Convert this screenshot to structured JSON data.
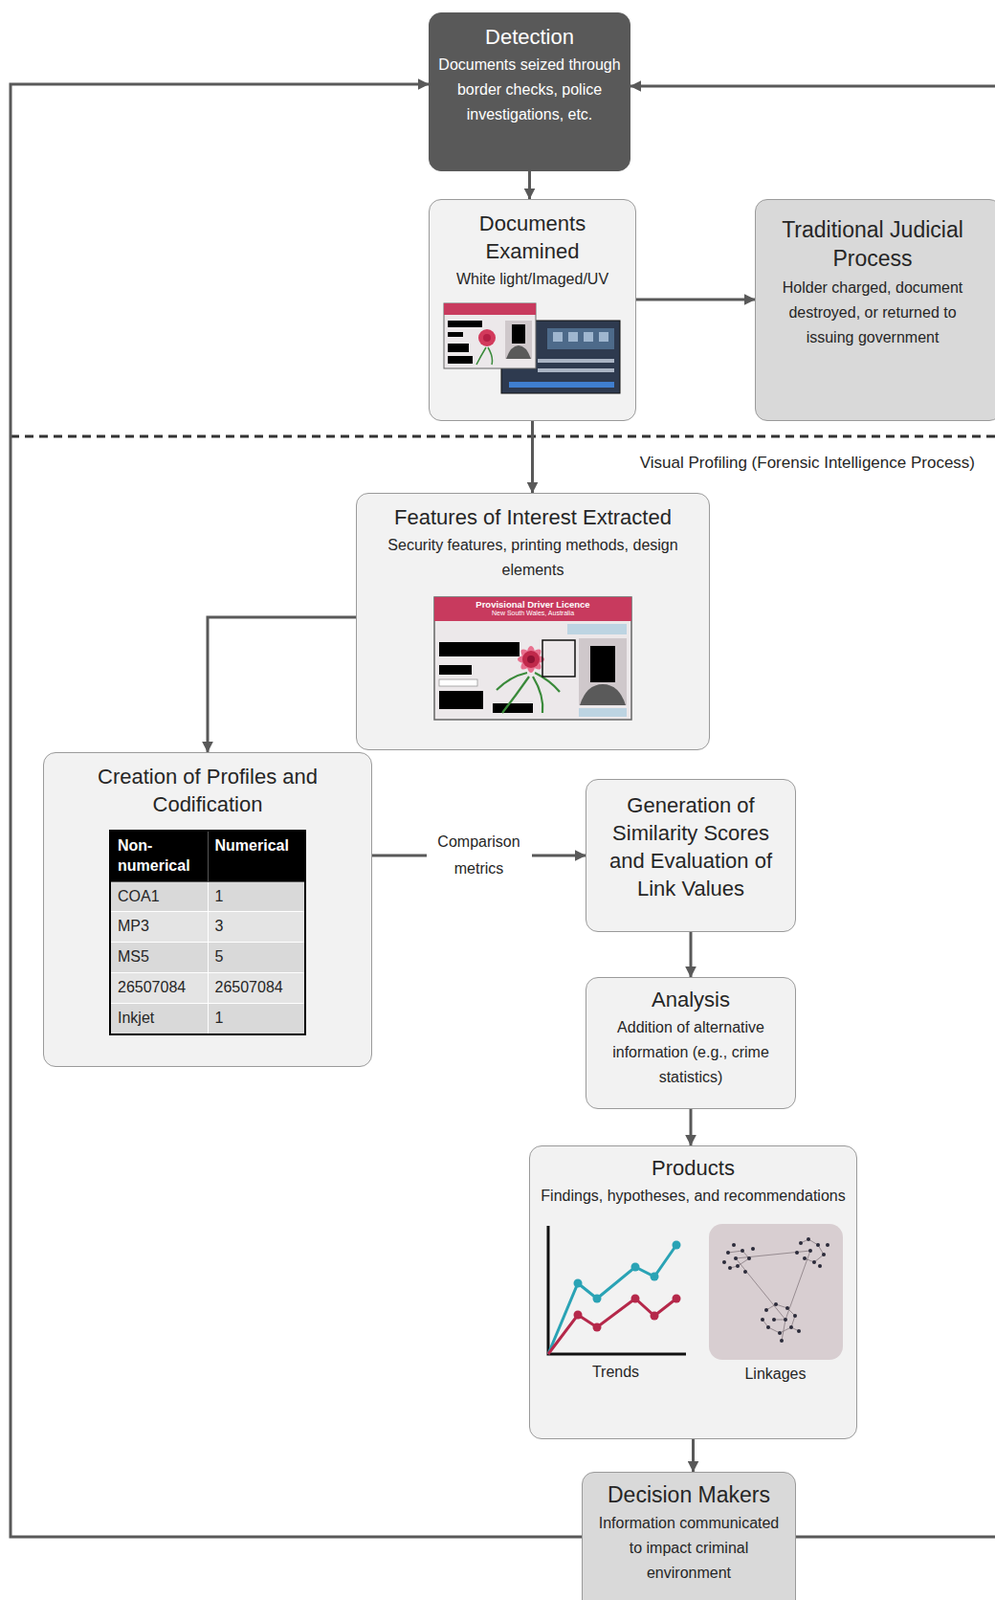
{
  "diagram": {
    "nodes": [
      {
        "text": [
          "Detection",
          "Documents seized through border checks, police investigations, etc."
        ]
      },
      {
        "text": [
          "Documents Examined",
          "White light/Imaged/UV"
        ]
      },
      {
        "text": [
          "Traditional Judicial Process",
          "Holder charged, document destroyed, or returned to issuing government"
        ]
      },
      {
        "text": [
          "Features of Interest Extracted",
          "Security features, printing methods, design elements"
        ]
      },
      {
        "text": [
          "Creation of Profiles and Codification"
        ]
      },
      {
        "text": [
          "Generation of Similarity Scores and Evaluation of Link Values"
        ]
      },
      {
        "text": [
          "Analysis",
          "Addition of alternative information (e.g., crime statistics)"
        ]
      },
      {
        "text": [
          "Products",
          "Findings, hypotheses, and recommendations"
        ]
      },
      {
        "text": [
          "Decision Makers",
          "Information communicated to impact criminal environment"
        ]
      }
    ],
    "edges": [
      {
        "from": 0,
        "to": 1,
        "arrow": "to"
      },
      {
        "from": 1,
        "to": 2,
        "arrow": "to"
      },
      {
        "from": 1,
        "to": 3,
        "arrow": "to"
      },
      {
        "from": 3,
        "to": 4,
        "arrow": "to"
      },
      {
        "from": 4,
        "to": 5,
        "label": "Comparison metrics",
        "arrow": "to"
      },
      {
        "from": 5,
        "to": 6,
        "arrow": "to"
      },
      {
        "from": 6,
        "to": 7,
        "arrow": "to"
      },
      {
        "from": 7,
        "to": 8,
        "arrow": "to"
      },
      {
        "from": 8,
        "to": 0,
        "arrow": "to"
      },
      {
        "from": 8,
        "to": 0,
        "arrow": "to"
      }
    ],
    "labels": [
      "Visual Profiling (Forensic Intelligence Process)",
      "Provisional Driver Licence",
      "New South Wales, Australia",
      "Non-numerical",
      "Numerical",
      "COA1",
      "1",
      "MP3",
      "3",
      "MS5",
      "5",
      "26507084",
      "26507084",
      "Inkjet",
      "1",
      "Trends",
      "Linkages"
    ]
  }
}
